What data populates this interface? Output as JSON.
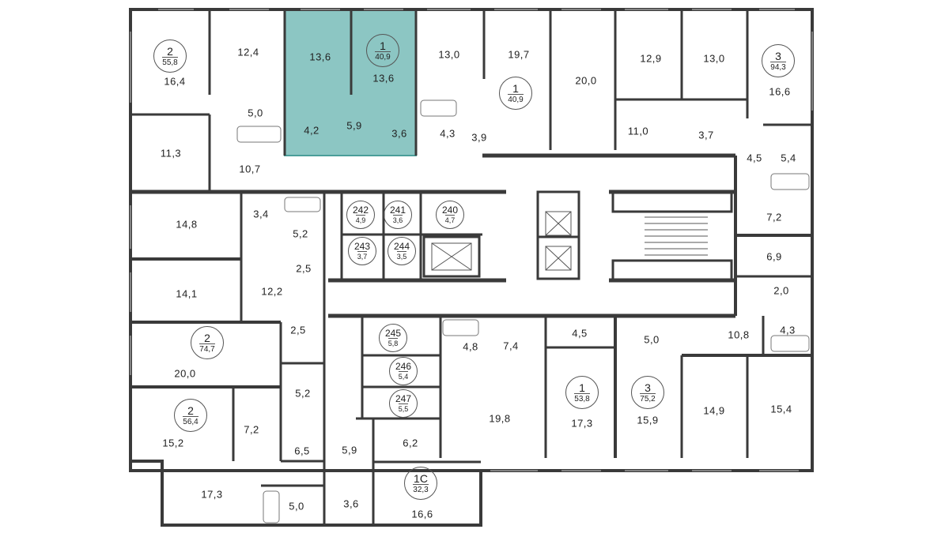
{
  "colors": {
    "wall": "#3a3a3a",
    "highlight": "#8cc6c3",
    "highlight_border": "#4a9e99",
    "background": "#ffffff"
  },
  "highlighted_unit": {
    "number": "1",
    "area": "40,9"
  },
  "units": [
    {
      "id": "u-2-558",
      "number": "2",
      "area": "55,8"
    },
    {
      "id": "u-1-409a",
      "number": "1",
      "area": "40,9"
    },
    {
      "id": "u-1-409b",
      "number": "1",
      "area": "40,9"
    },
    {
      "id": "u-3-943",
      "number": "3",
      "area": "94,3"
    },
    {
      "id": "u-242",
      "number": "242",
      "area": "4,9"
    },
    {
      "id": "u-241",
      "number": "241",
      "area": "3,6"
    },
    {
      "id": "u-240",
      "number": "240",
      "area": "4,7"
    },
    {
      "id": "u-243",
      "number": "243",
      "area": "3,7"
    },
    {
      "id": "u-244",
      "number": "244",
      "area": "3,5"
    },
    {
      "id": "u-2-747",
      "number": "2",
      "area": "74,7"
    },
    {
      "id": "u-245",
      "number": "245",
      "area": "5,8"
    },
    {
      "id": "u-246",
      "number": "246",
      "area": "5,4"
    },
    {
      "id": "u-247",
      "number": "247",
      "area": "5,5"
    },
    {
      "id": "u-2-564",
      "number": "2",
      "area": "56,4"
    },
    {
      "id": "u-1-538",
      "number": "1",
      "area": "53,8"
    },
    {
      "id": "u-3-752",
      "number": "3",
      "area": "75,2"
    },
    {
      "id": "u-1c-323",
      "number": "1С",
      "area": "32,3"
    }
  ],
  "rooms": [
    "16,4",
    "12,4",
    "13,6",
    "13,6",
    "13,0",
    "19,7",
    "20,0",
    "12,9",
    "13,0",
    "16,6",
    "5,0",
    "4,2",
    "5,9",
    "3,6",
    "4,3",
    "3,9",
    "11,0",
    "3,7",
    "4,5",
    "5,4",
    "11,3",
    "10,7",
    "14,8",
    "3,4",
    "5,2",
    "7,2",
    "2,5",
    "6,9",
    "14,1",
    "12,2",
    "2,0",
    "2,5",
    "4,8",
    "7,4",
    "4,5",
    "5,0",
    "10,8",
    "4,3",
    "20,0",
    "5,2",
    "19,8",
    "17,3",
    "15,9",
    "14,9",
    "15,4",
    "15,2",
    "7,2",
    "6,5",
    "6,2",
    "5,9",
    "17,3",
    "5,0",
    "3,6",
    "16,6"
  ]
}
